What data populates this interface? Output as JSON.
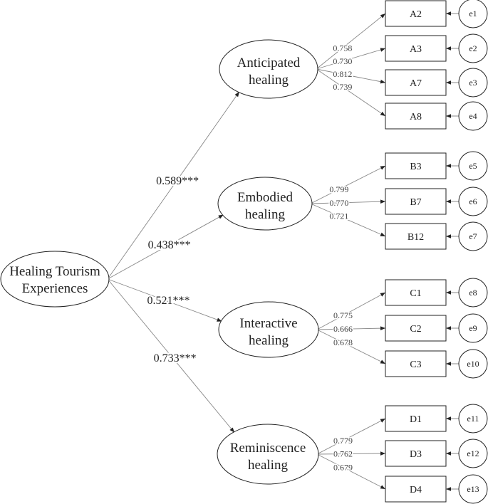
{
  "root": {
    "lines": [
      "Healing Tourism",
      "Experiences"
    ]
  },
  "factors": [
    {
      "lines": [
        "Anticipated",
        "healing"
      ],
      "path": "0.589***",
      "items": [
        {
          "label": "A2",
          "error": "e1",
          "loading": "0.758"
        },
        {
          "label": "A3",
          "error": "e2",
          "loading": "0.730"
        },
        {
          "label": "A7",
          "error": "e3",
          "loading": "0.812"
        },
        {
          "label": "A8",
          "error": "e4",
          "loading": "0.739"
        }
      ]
    },
    {
      "lines": [
        "Embodied",
        "healing"
      ],
      "path": "0.438***",
      "items": [
        {
          "label": "B3",
          "error": "e5",
          "loading": "0.799"
        },
        {
          "label": "B7",
          "error": "e6",
          "loading": "0.770"
        },
        {
          "label": "B12",
          "error": "e7",
          "loading": "0.721"
        }
      ]
    },
    {
      "lines": [
        "Interactive",
        "healing"
      ],
      "path": "0.521***",
      "items": [
        {
          "label": "C1",
          "error": "e8",
          "loading": "0.775"
        },
        {
          "label": "C2",
          "error": "e9",
          "loading": "0.666"
        },
        {
          "label": "C3",
          "error": "e10",
          "loading": "0.678"
        }
      ]
    },
    {
      "lines": [
        "Reminiscence",
        "healing"
      ],
      "path": "0.733***",
      "items": [
        {
          "label": "D1",
          "error": "e11",
          "loading": "0.779"
        },
        {
          "label": "D3",
          "error": "e12",
          "loading": "0.762"
        },
        {
          "label": "D4",
          "error": "e13",
          "loading": "0.679"
        }
      ]
    }
  ]
}
